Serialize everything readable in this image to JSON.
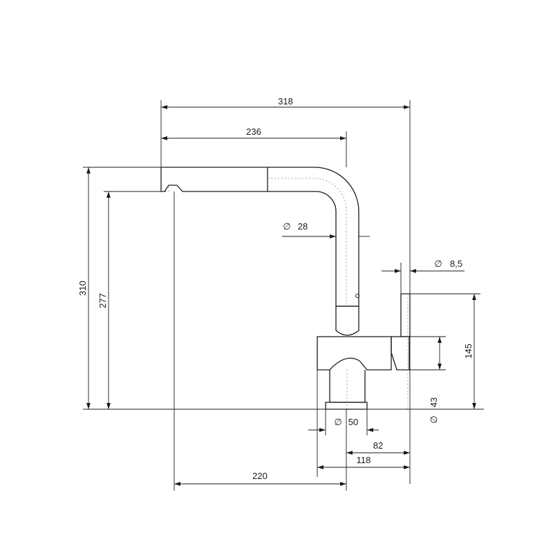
{
  "dimensions": {
    "overall_reach": "318",
    "spout_reach": "236",
    "spout_diameter_symbol": "∅",
    "spout_diameter": "28",
    "lever_diameter_symbol": "∅",
    "lever_diameter": "8,5",
    "total_height": "310",
    "outlet_height": "277",
    "lever_height": "145",
    "body_diameter_symbol": "∅",
    "body_diameter": "43",
    "base_diameter_symbol": "∅",
    "base_diameter": "50",
    "base_to_lever": "82",
    "body_reach": "118",
    "spout_to_center": "220"
  }
}
